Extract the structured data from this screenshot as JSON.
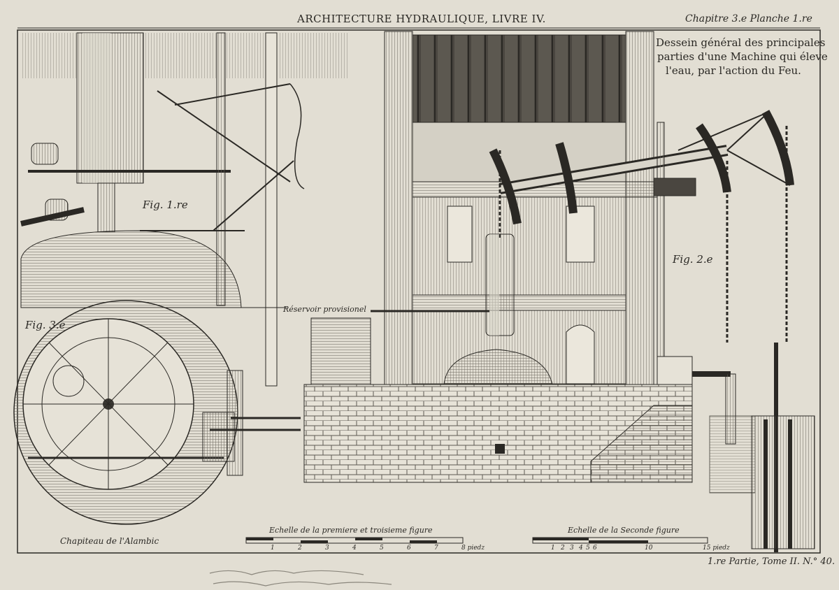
{
  "header": {
    "title": "ARCHITECTURE HYDRAULIQUE, LIVRE IV.",
    "chapter": "Chapitre 3.e Planche 1.re"
  },
  "caption": {
    "line1": "Dessein général des principales",
    "line2": "parties d'une Machine qui éleve",
    "line3": "l'eau, par l'action du Feu."
  },
  "figures": {
    "fig1": "Fig. 1.re",
    "fig2": "Fig. 2.e",
    "fig3": "Fig. 3.e",
    "reservoir": "Réservoir provisionel",
    "chapiteau": "Chapiteau de l'Alambic"
  },
  "scales": {
    "scale1": {
      "label": "Echelle de la premiere et troisieme figure",
      "ticks": [
        "1",
        "2",
        "3",
        "4",
        "5",
        "6",
        "7"
      ],
      "end": "8 piedz"
    },
    "scale2": {
      "label": "Echelle de la Seconde figure",
      "ticks": [
        "1",
        "2",
        "3",
        "4",
        "5",
        "6",
        "10"
      ],
      "end": "15 piedz"
    }
  },
  "footer": {
    "reference": "1.re Partie, Tome II. N.° 40."
  },
  "palette": {
    "paper": "#e2ded3",
    "ink": "#2a2824",
    "shade": "#6b665c",
    "dark": "#3b3833"
  }
}
